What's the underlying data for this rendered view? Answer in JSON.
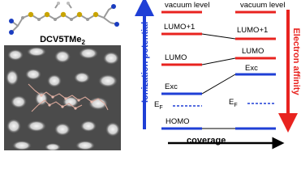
{
  "molecule": {
    "name_main": "DCV5TMe",
    "name_sub": "2"
  },
  "left_panel": {
    "vacuum_label": "vacuum level",
    "levels": [
      "LUMO+1",
      "LUMO",
      "Exc",
      "HOMO"
    ],
    "fermi_label": "E",
    "fermi_sub": "F"
  },
  "right_panel": {
    "vacuum_label": "vacuum level",
    "levels": [
      "LUMO+1",
      "LUMO",
      "Exc"
    ],
    "fermi_label": "E",
    "fermi_sub": "F"
  },
  "axes": {
    "ionization": "Ionization potential",
    "affinity": "Electron affinity",
    "coverage": "coverage"
  },
  "colors": {
    "red": "#e8231f",
    "blue": "#1f3fd6",
    "black": "#000000"
  }
}
